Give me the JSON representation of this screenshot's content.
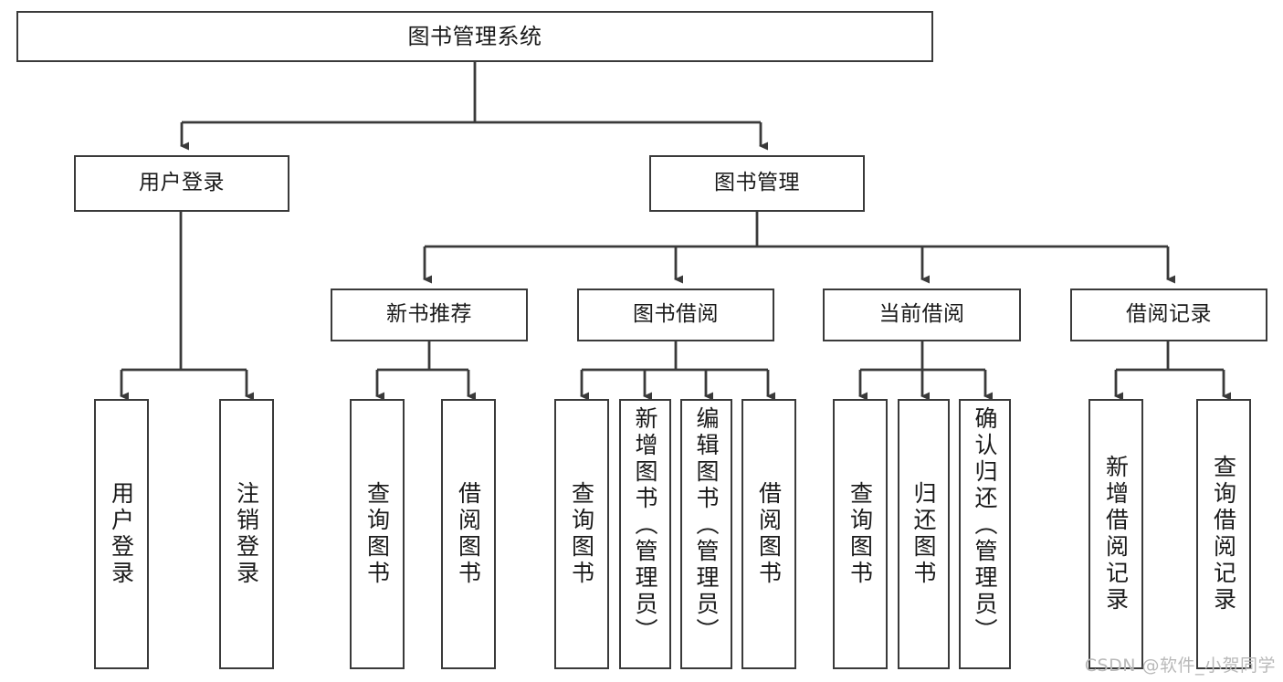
{
  "diagram": {
    "title": "图书管理系统",
    "watermark": "CSDN @软件_小贺同学",
    "colors": {
      "box_border": "#3a3a3a",
      "box_fill": "#ffffff",
      "line": "#3a3a3a",
      "text": "#1a1a1a",
      "watermark": "#b9b9b9"
    },
    "levels": {
      "root": "图书管理系统",
      "level2": [
        "用户登录",
        "图书管理"
      ],
      "level3": [
        "新书推荐",
        "图书借阅",
        "当前借阅",
        "借阅记录"
      ]
    },
    "nodes": {
      "root": {
        "label": "图书管理系统"
      },
      "user_login": {
        "label": "用户登录"
      },
      "book_manage": {
        "label": "图书管理"
      },
      "new_book_rec": {
        "label": "新书推荐"
      },
      "book_borrow": {
        "label": "图书借阅"
      },
      "current_borrow": {
        "label": "当前借阅"
      },
      "borrow_record": {
        "label": "借阅记录"
      },
      "leaf_user_login": {
        "label": "用户登录"
      },
      "leaf_user_logout": {
        "label": "注销登录"
      },
      "leaf_rec_query": {
        "label": "查询图书"
      },
      "leaf_rec_borrow": {
        "label": "借阅图书"
      },
      "leaf_borrow_query": {
        "label": "查询图书"
      },
      "leaf_borrow_add": {
        "label": "新增图书（管理员）"
      },
      "leaf_borrow_edit": {
        "label": "编辑图书（管理员）"
      },
      "leaf_borrow_borrow": {
        "label": "借阅图书"
      },
      "leaf_cur_query": {
        "label": "查询图书"
      },
      "leaf_cur_return": {
        "label": "归还图书"
      },
      "leaf_cur_confirm": {
        "label": "确认归还（管理员）"
      },
      "leaf_rec_add": {
        "label": "新增借阅记录"
      },
      "leaf_rec_query2": {
        "label": "查询借阅记录"
      }
    }
  }
}
